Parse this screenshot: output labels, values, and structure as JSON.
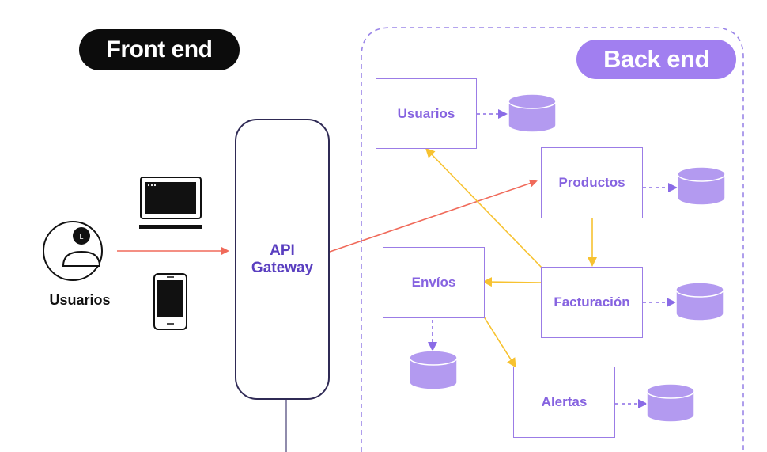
{
  "labels": {
    "front_end": "Front end",
    "back_end": "Back end",
    "gateway_line1": "API",
    "gateway_line2": "Gateway",
    "user": "Usuarios"
  },
  "services": {
    "usuarios": "Usuarios",
    "productos": "Productos",
    "envios": "Envíos",
    "facturacion": "Facturación",
    "alertas": "Alertas"
  },
  "colors": {
    "accent": "#a17ff0",
    "service_text": "#8663e0",
    "gateway_border": "#2f2a55",
    "request_arrow": "#f06a5a",
    "event_arrow": "#f7c230",
    "database": "#b39af0"
  },
  "icons": [
    "user-avatar-icon",
    "laptop-icon",
    "smartphone-icon",
    "database-icon"
  ]
}
